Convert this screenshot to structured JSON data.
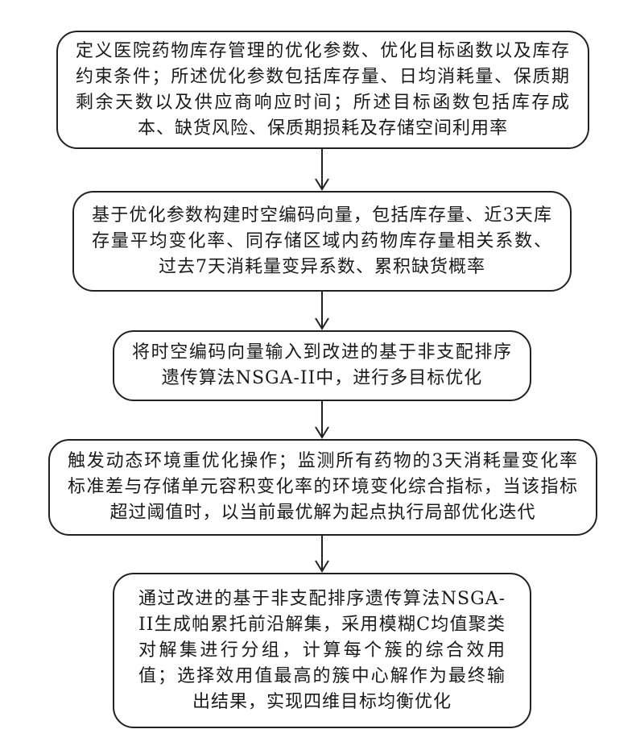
{
  "flowchart": {
    "steps": [
      {
        "text": "定义医院药物库存管理的优化参数、优化目标函数以及库存约束条件；所述优化参数包括库存量、日均消耗量、保质期剩余天数以及供应商响应时间；所述目标函数包括库存成本、缺货风险、保质期损耗及存储空间利用率"
      },
      {
        "text": "基于优化参数构建时空编码向量，包括库存量、近3天库存量平均变化率、同存储区域内药物库存量相关系数、过去7天消耗量变异系数、累积缺货概率"
      },
      {
        "text": "将时空编码向量输入到改进的基于非支配排序遗传算法NSGA-II中，进行多目标优化"
      },
      {
        "text": "触发动态环境重优化操作；监测所有药物的3天消耗量变化率标准差与存储单元容积变化率的环境变化综合指标，当该指标超过阈值时，以当前最优解为起点执行局部优化迭代"
      },
      {
        "text": "通过改进的基于非支配排序遗传算法NSGA-II生成帕累托前沿解集，采用模糊C均值聚类对解集进行分组，计算每个簇的综合效用值；选择效用值最高的簇中心解作为最终输出结果，实现四维目标均衡优化"
      }
    ]
  }
}
